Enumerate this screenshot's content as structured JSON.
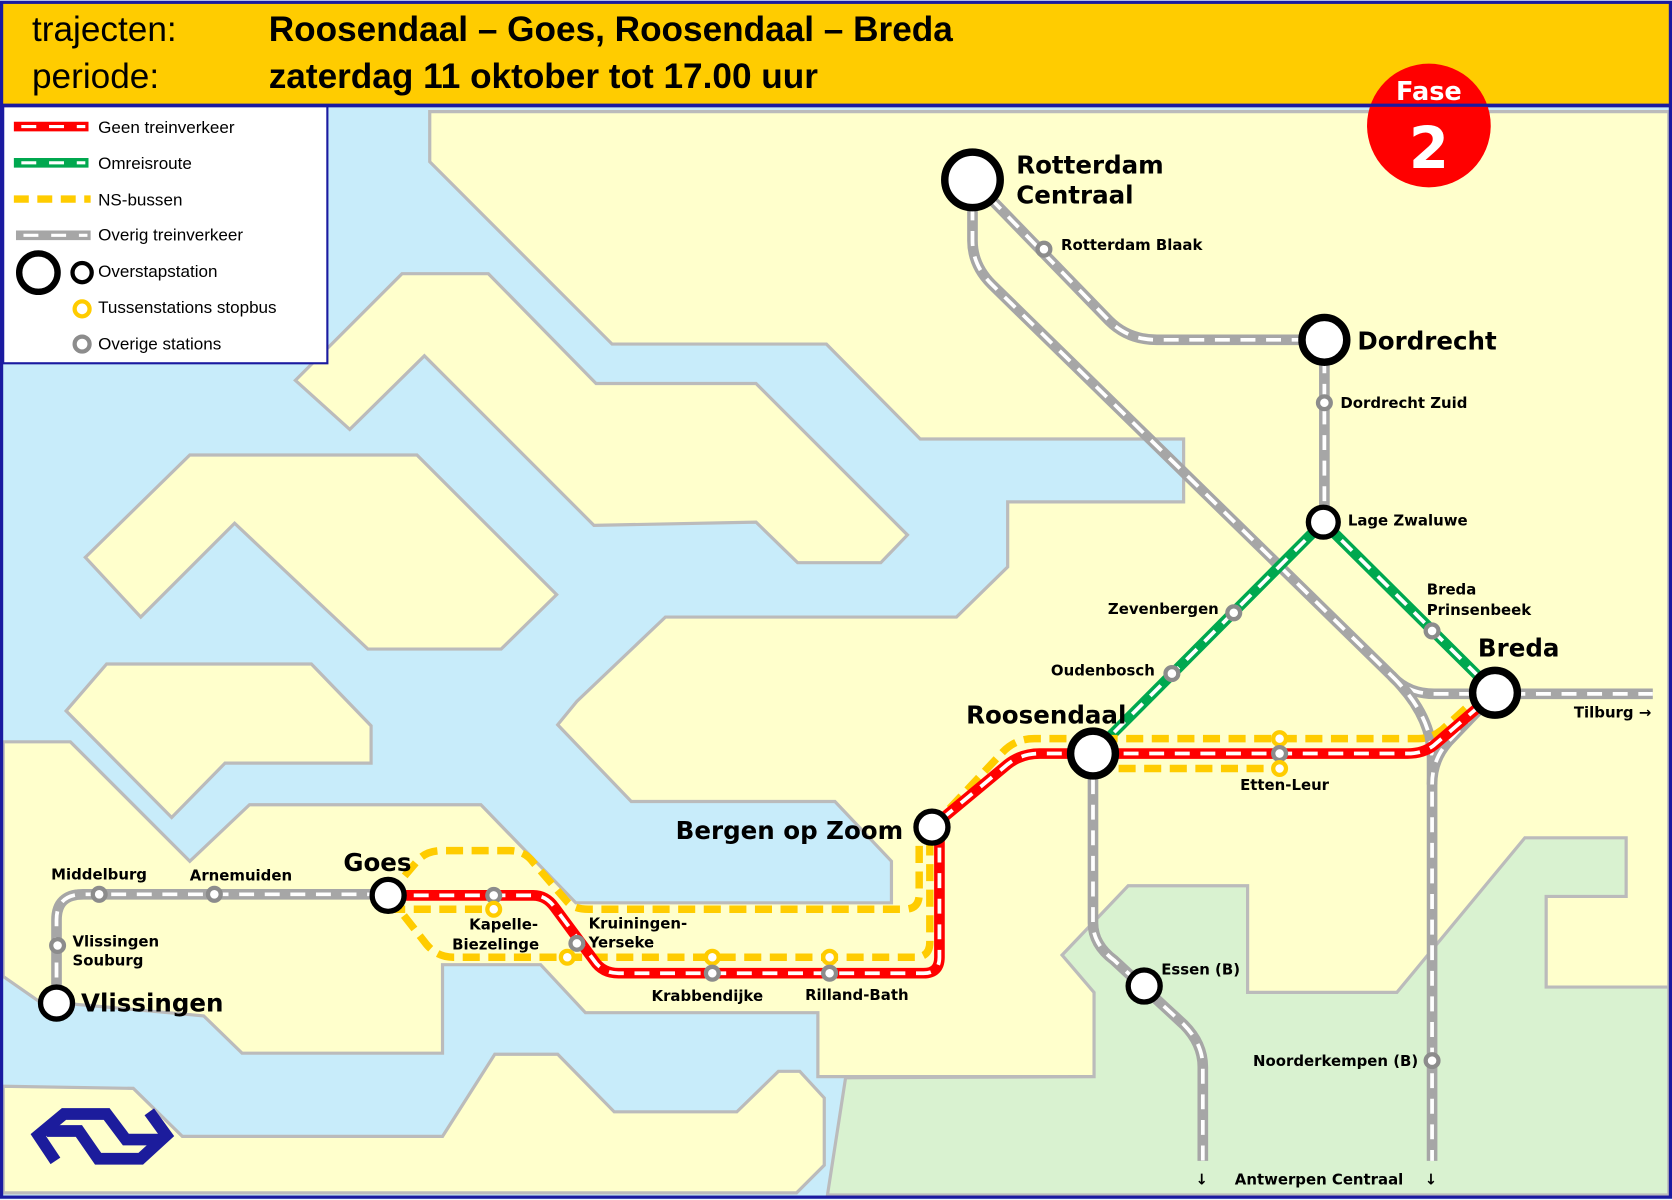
{
  "header": {
    "trajecten_label": "trajecten:",
    "trajecten_value": "Roosendaal – Goes, Roosendaal – Breda",
    "periode_label": "periode:",
    "periode_value": "zaterdag 11 oktober tot 17.00 uur"
  },
  "badge": {
    "label": "Fase",
    "number": "2",
    "color": "#FF0000"
  },
  "legend": {
    "items": [
      {
        "label": "Geen treinverkeer",
        "color": "#FF0000"
      },
      {
        "label": "Omreisroute",
        "color": "#00A84F"
      },
      {
        "label": "NS-bussen",
        "color": "#FFCC00"
      },
      {
        "label": "Overig treinverkeer",
        "color": "#A6A6A6"
      },
      {
        "label": "Overstapstation"
      },
      {
        "label": "Tussenstations stopbus"
      },
      {
        "label": "Overige stations"
      }
    ]
  },
  "stations": {
    "rotterdam_centraal_1": "Rotterdam",
    "rotterdam_centraal_2": "Centraal",
    "rotterdam_blaak": "Rotterdam Blaak",
    "dordrecht": "Dordrecht",
    "dordrecht_zuid": "Dordrecht Zuid",
    "lage_zwaluwe": "Lage Zwaluwe",
    "breda_prinsenbeek_1": "Breda",
    "breda_prinsenbeek_2": "Prinsenbeek",
    "zevenbergen": "Zevenbergen",
    "oudenbosch": "Oudenbosch",
    "breda": "Breda",
    "tilburg": "Tilburg →",
    "roosendaal": "Roosendaal",
    "etten_leur": "Etten-Leur",
    "bergen_op_zoom": "Bergen op Zoom",
    "goes": "Goes",
    "kapelle_1": "Kapelle-",
    "kapelle_2": "Biezelinge",
    "kruiningen_1": "Kruiningen-",
    "kruiningen_2": "Yerseke",
    "krabbendijke": "Krabbendijke",
    "rilland": "Rilland-Bath",
    "middelburg": "Middelburg",
    "arnemuiden": "Arnemuiden",
    "souburg_1": "Vlissingen",
    "souburg_2": "Souburg",
    "vlissingen": "Vlissingen",
    "essen": "Essen (B)",
    "noorderkempen": "Noorderkempen (B)",
    "antwerpen": "Antwerpen Centraal",
    "arrow_down": "↓"
  },
  "colors": {
    "header": "#FFCC00",
    "border": "#1A1AA0",
    "water": "#C8ECFA",
    "land": "#FFFFCC",
    "belgium": "#D9F2D0",
    "ns_blue": "#1C1C9C"
  }
}
